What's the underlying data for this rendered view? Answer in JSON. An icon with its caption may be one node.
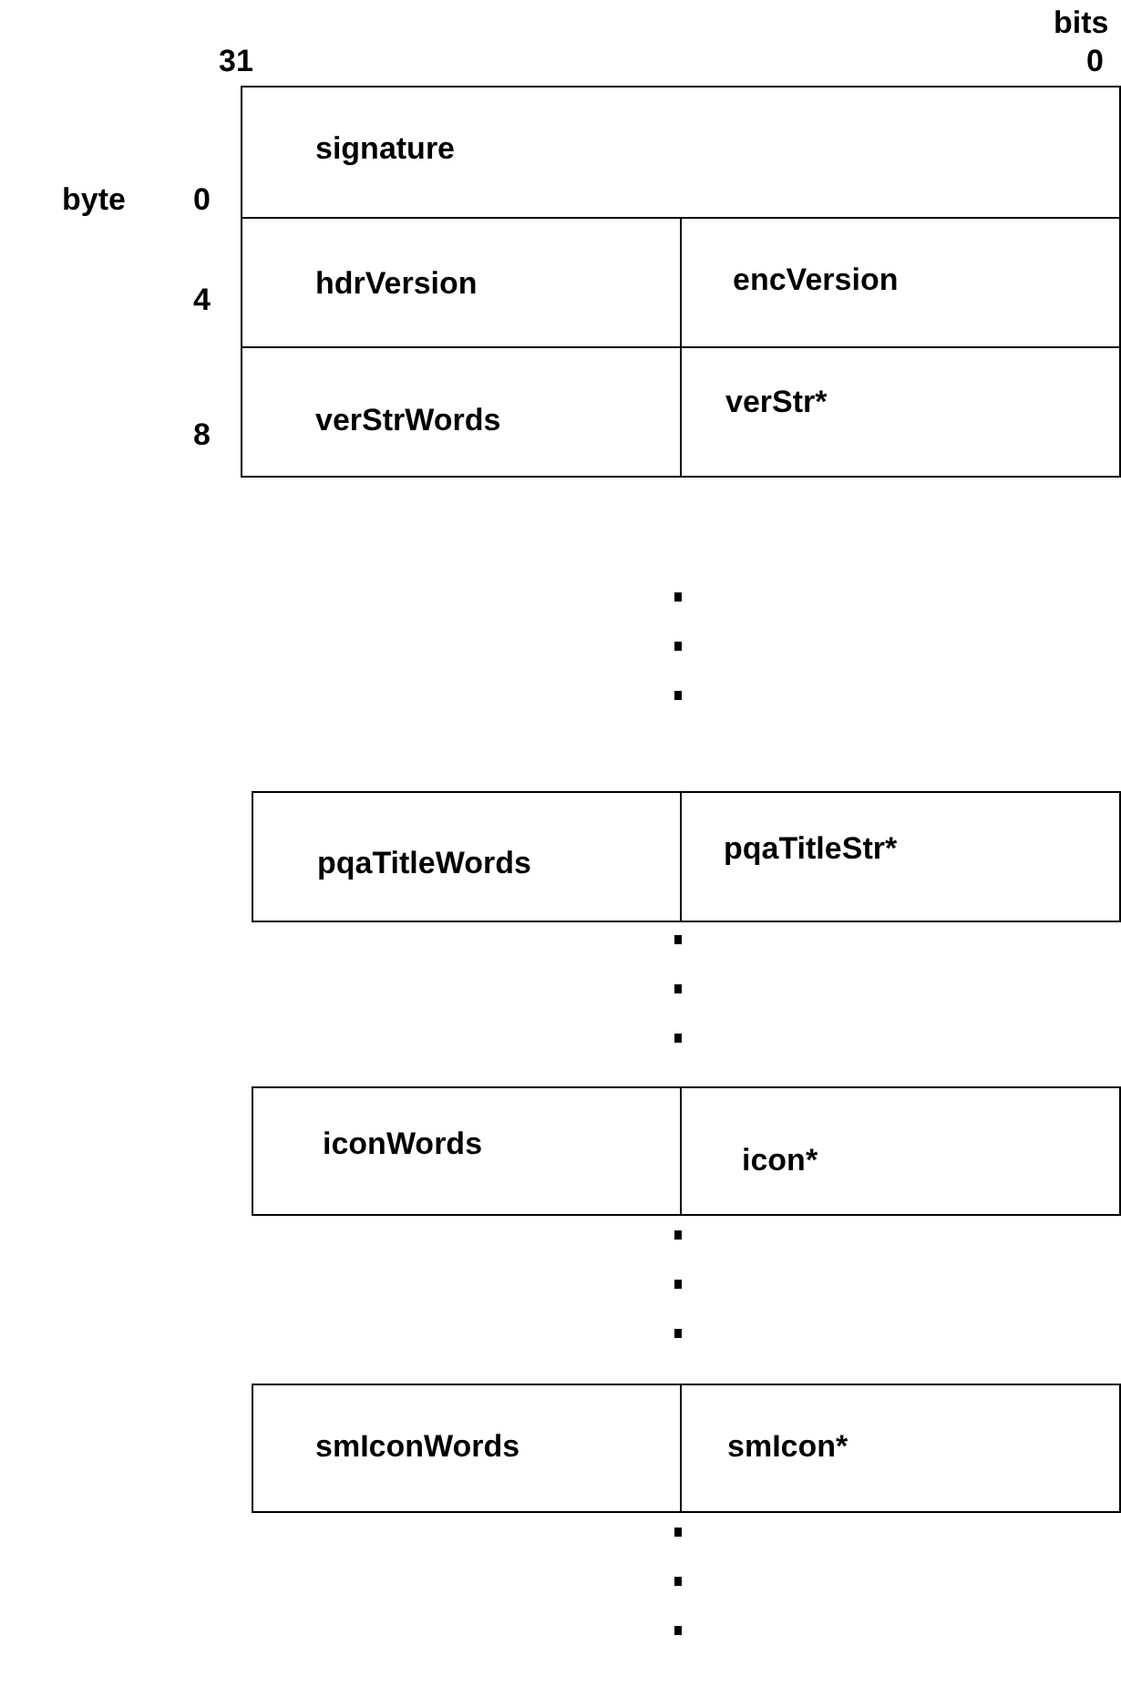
{
  "diagram": {
    "nodes": [
      {
        "text": [
          "signature"
        ]
      },
      {
        "text": [
          "hdrVersion"
        ]
      },
      {
        "text": [
          "encVersion"
        ]
      },
      {
        "text": [
          "verStrWords"
        ]
      },
      {
        "text": [
          "verStr*"
        ]
      },
      {
        "text": [
          "pqaTitleWords"
        ]
      },
      {
        "text": [
          "pqaTitleStr*"
        ]
      },
      {
        "text": [
          "iconWords"
        ]
      },
      {
        "text": [
          "icon*"
        ]
      },
      {
        "text": [
          "smIconWords"
        ]
      },
      {
        "text": [
          "smIcon*"
        ]
      }
    ],
    "labels": [
      "bits",
      "31",
      "0",
      "byte",
      "0",
      "4",
      "8"
    ]
  }
}
